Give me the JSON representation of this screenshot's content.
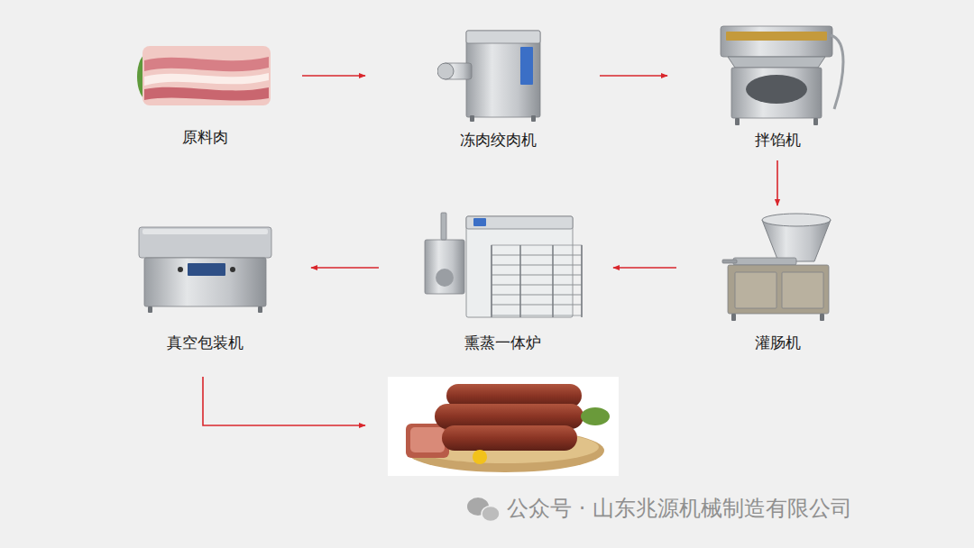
{
  "diagram": {
    "nodes": [
      {
        "text": [
          "原料肉"
        ]
      },
      {
        "text": [
          "冻肉绞肉机"
        ]
      },
      {
        "text": [
          "拌馅机"
        ]
      },
      {
        "text": [
          "灌肠机"
        ]
      },
      {
        "text": [
          "熏蒸一体炉"
        ]
      },
      {
        "text": [
          "真空包装机"
        ]
      }
    ],
    "edges": [
      {
        "from": 0,
        "to": 1,
        "arrow": "to"
      },
      {
        "from": 1,
        "to": 2,
        "arrow": "to"
      },
      {
        "from": 2,
        "to": 3,
        "arrow": "to"
      },
      {
        "from": 3,
        "to": 4,
        "arrow": "to"
      },
      {
        "from": 4,
        "to": 5,
        "arrow": "to"
      }
    ],
    "labels": [
      "公众号 · 山东兆源机械制造有限公司"
    ]
  }
}
